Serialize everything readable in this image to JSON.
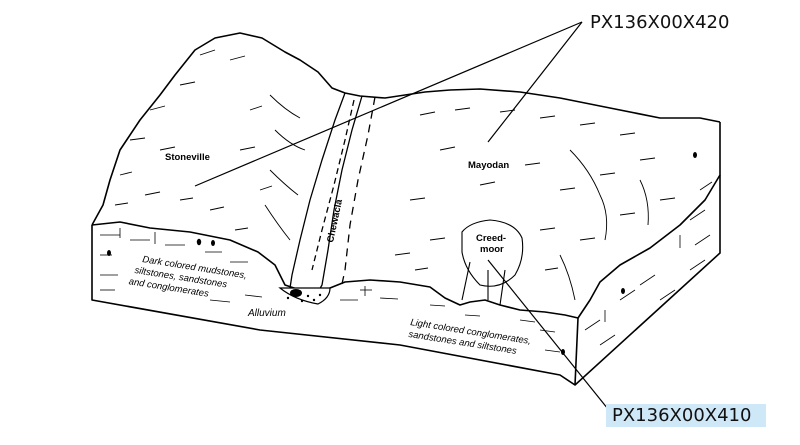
{
  "labels": {
    "stoneville": "Stoneville",
    "mayodan": "Mayodan",
    "chewacla": "Chewacla",
    "creedmoor_line1": "Creed-",
    "creedmoor_line2": "moor",
    "alluvium": "Alluvium",
    "dark_rock_line1": "Dark colored mudstones,",
    "dark_rock_line2": "siltstones, sandstones",
    "dark_rock_line3": "and conglomerates",
    "light_rock_line1": "Light colored conglomerates,",
    "light_rock_line2": "sandstones and siltstones"
  },
  "callouts": {
    "top": "PX136X00X420",
    "bottom": "PX136X00X410"
  },
  "colors": {
    "ink": "#000000",
    "bottom_callout_highlight": "#cfe8f7"
  }
}
